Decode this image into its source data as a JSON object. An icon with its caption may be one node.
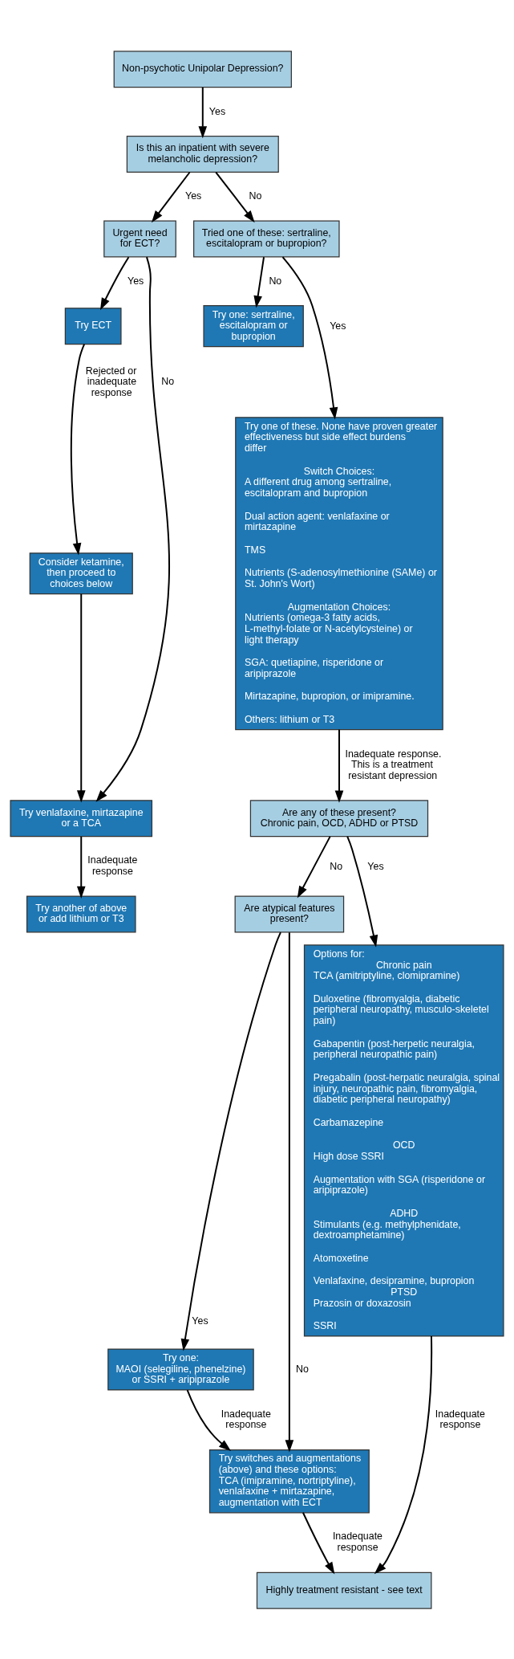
{
  "diagram": {
    "nodes": [
      {
        "text": [
          "Non-psychotic Unipolar Depression?"
        ]
      },
      {
        "text": [
          "Is this an inpatient with severe melancholic depression?"
        ]
      },
      {
        "text": [
          "Urgent need for ECT?"
        ]
      },
      {
        "text": [
          "Tried one of these: sertraline, escitalopram or bupropion?"
        ]
      },
      {
        "text": [
          "Try ECT"
        ]
      },
      {
        "text": [
          "Try one: sertraline, escitalopram or bupropion"
        ]
      },
      {
        "text": [
          "Try one of these. None have proven greater effectiveness but side effect burdens differ",
          "Switch Choices:",
          "A different drug among sertraline, escitalopram and bupropion",
          "Dual action agent: venlafaxine or mirtazapine",
          "TMS",
          "Nutrients (S-adenosylmethionine (SAMe) or St. John's Wort)",
          "Augmentation Choices:",
          "Nutrients (omega-3 fatty acids, L-methyl-folate or N-acetylcysteine) or light therapy",
          "SGA: quetiapine, risperidone or aripiprazole",
          "Mirtazapine, bupropion, or imipramine.",
          "Others: lithium or T3"
        ]
      },
      {
        "text": [
          "Consider ketamine, then proceed to choices below"
        ]
      },
      {
        "text": [
          "Try venlafaxine, mirtazapine or a TCA"
        ]
      },
      {
        "text": [
          "Try another of above or add lithium or T3"
        ]
      },
      {
        "text": [
          "Are any of these present? Chronic pain, OCD, ADHD or PTSD"
        ]
      },
      {
        "text": [
          "Options for:",
          "Chronic pain",
          "TCA (amitriptyline, clomipramine)",
          "Duloxetine (fibromyalgia, diabetic peripheral neuropathy, musculo-skeletel pain)",
          "Gabapentin (post-herpetic neuralgia, peripheral neuropathic pain)",
          "Pregabalin (post-herpatic neuralgia, spinal injury, neuropathic pain, fibromyalgia, diabetic peripheral neuropathy)",
          "Carbamazepine",
          "OCD",
          "High dose SSRI",
          "Augmentation with SGA (risperidone or aripiprazole)",
          "ADHD",
          "Stimulants (e.g. methylphenidate, dextroamphetamine)",
          "Atomoxetine",
          "Venlafaxine, desipramine, bupropion",
          "PTSD",
          "Prazosin or doxazosin",
          "SSRI"
        ]
      },
      {
        "text": [
          "Are atypical features present?"
        ]
      },
      {
        "text": [
          "Try one:",
          "MAOI (selegiline, phenelzine) or SSRI + aripiprazole"
        ]
      },
      {
        "text": [
          "Try switches and augmentations (above) and these options:",
          "TCA (imipramine, nortriptyline), venlafaxine + mirtazapine, augmentation with ECT"
        ]
      },
      {
        "text": [
          "Highly treatment resistant - see text"
        ]
      }
    ],
    "edges": [
      {
        "from": 0,
        "to": 1,
        "arrow": "to",
        "label": "Yes"
      },
      {
        "from": 1,
        "to": 2,
        "arrow": "to",
        "label": "Yes"
      },
      {
        "from": 1,
        "to": 3,
        "arrow": "to",
        "label": "No"
      },
      {
        "from": 2,
        "to": 4,
        "arrow": "to",
        "label": "Yes"
      },
      {
        "from": 2,
        "to": 8,
        "arrow": "to",
        "label": "No"
      },
      {
        "from": 3,
        "to": 5,
        "arrow": "to",
        "label": "No"
      },
      {
        "from": 3,
        "to": 6,
        "arrow": "to",
        "label": "Yes"
      },
      {
        "from": 4,
        "to": 7,
        "arrow": "to",
        "label": "Rejected or inadequate response"
      },
      {
        "from": 7,
        "to": 8,
        "arrow": "to"
      },
      {
        "from": 8,
        "to": 9,
        "arrow": "to",
        "label": "Inadequate response"
      },
      {
        "from": 6,
        "to": 10,
        "arrow": "to",
        "label": "Inadequate response. This is a treatment resistant depression"
      },
      {
        "from": 10,
        "to": 12,
        "arrow": "to",
        "label": "No"
      },
      {
        "from": 10,
        "to": 11,
        "arrow": "to",
        "label": "Yes"
      },
      {
        "from": 12,
        "to": 13,
        "arrow": "to",
        "label": "Yes"
      },
      {
        "from": 12,
        "to": 14,
        "arrow": "to",
        "label": "No"
      },
      {
        "from": 13,
        "to": 14,
        "arrow": "to",
        "label": "Inadequate response"
      },
      {
        "from": 14,
        "to": 15,
        "arrow": "to",
        "label": "Inadequate response"
      },
      {
        "from": 11,
        "to": 15,
        "arrow": "to",
        "label": "Inadequate response"
      }
    ]
  }
}
